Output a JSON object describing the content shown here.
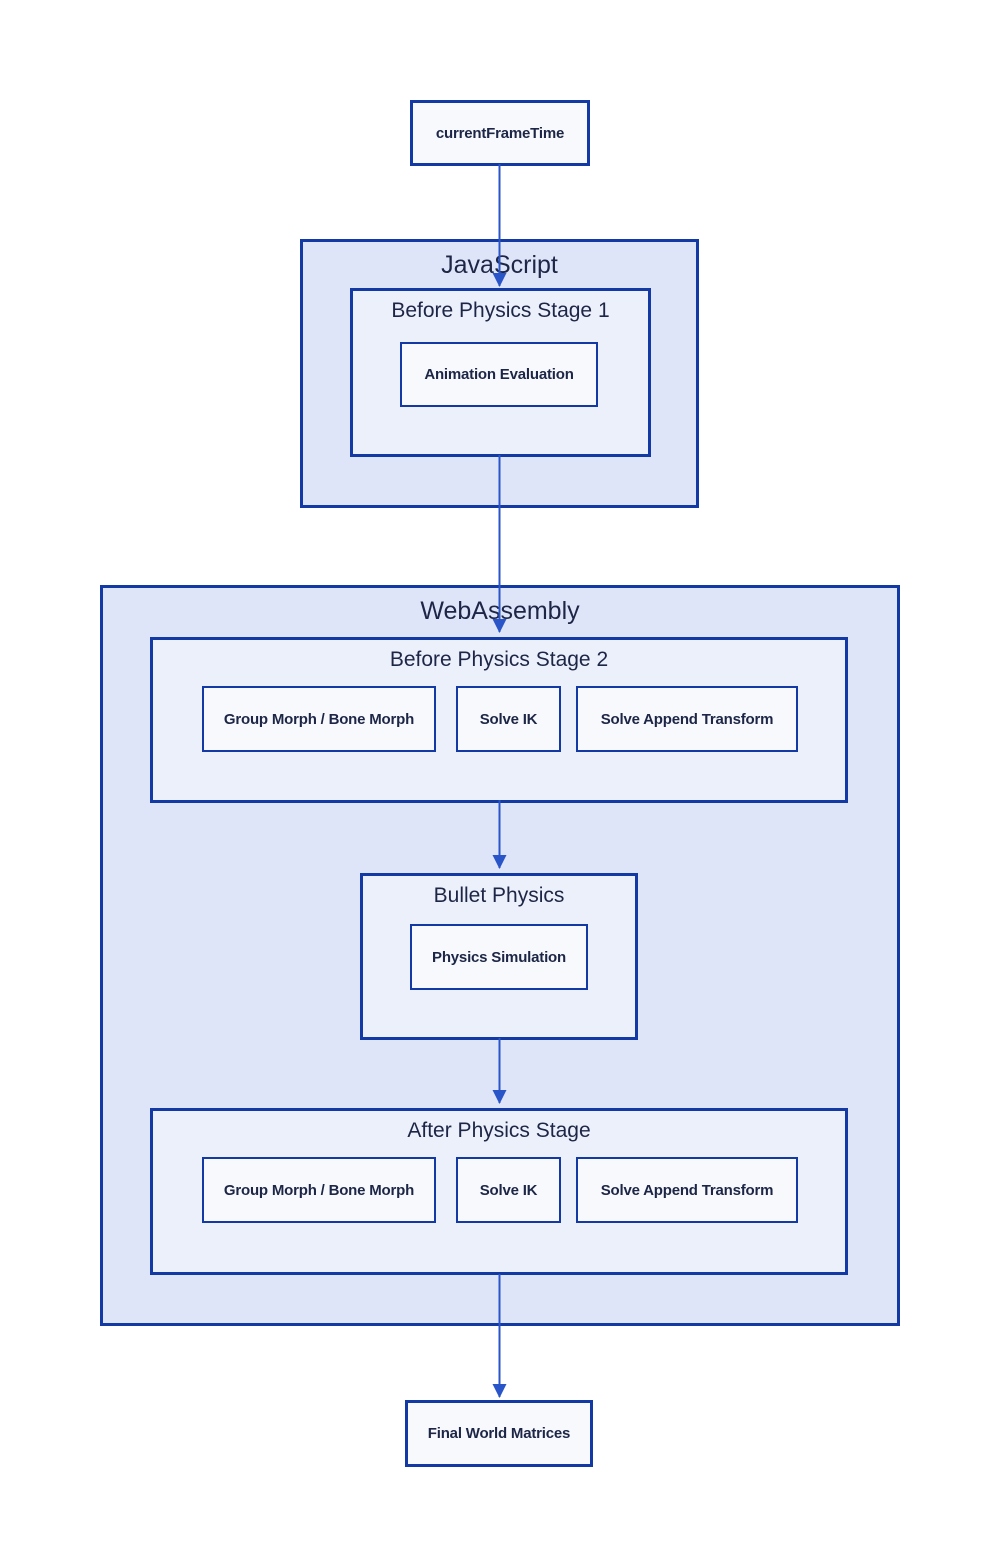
{
  "colors": {
    "page_bg": "#ffffff",
    "border": "#1239a4",
    "arrow": "#2a55c9",
    "container_fill": "#dfe5f8",
    "stage_fill": "#ecf0fb",
    "leaf_fill": "#f7f9fd",
    "text": "#1d2646"
  },
  "flow": {
    "source": {
      "label": "currentFrameTime"
    },
    "javascript": {
      "title": "JavaScript",
      "stages": [
        {
          "title": "Before Physics Stage 1",
          "steps": [
            {
              "label": "Animation Evaluation"
            }
          ]
        }
      ]
    },
    "webassembly": {
      "title": "WebAssembly",
      "stages": [
        {
          "title": "Before Physics Stage 2",
          "steps": [
            {
              "label": "Group Morph / Bone Morph"
            },
            {
              "label": "Solve IK"
            },
            {
              "label": "Solve Append Transform"
            }
          ]
        },
        {
          "title": "Bullet Physics",
          "steps": [
            {
              "label": "Physics Simulation"
            }
          ]
        },
        {
          "title": "After Physics Stage",
          "steps": [
            {
              "label": "Group Morph / Bone Morph"
            },
            {
              "label": "Solve IK"
            },
            {
              "label": "Solve Append Transform"
            }
          ]
        }
      ]
    },
    "sink": {
      "label": "Final World Matrices"
    }
  }
}
